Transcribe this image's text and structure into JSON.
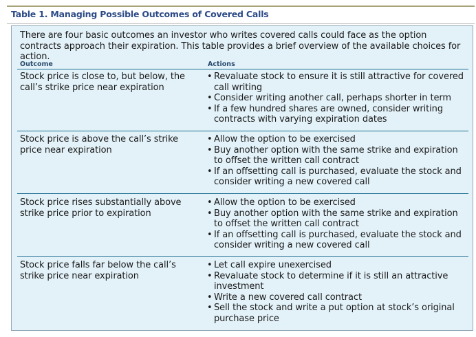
{
  "table": {
    "title": "Table 1. Managing Possible Outcomes of Covered Calls",
    "intro": "There are four basic outcomes an investor who writes covered calls could face as the option contracts approach their expiration. This table provides a brief overview of the available choices for action.",
    "columns": {
      "outcome": "Outcome",
      "actions": "Actions"
    },
    "rows": [
      {
        "outcome": "Stock price is close to, but below, the call’s strike price near expiration",
        "actions": [
          "Revaluate stock to ensure it is still attractive for covered call writing",
          "Consider writing another call, perhaps shorter in term",
          "If a few hundred shares are owned, consider writing contracts with varying expiration dates"
        ]
      },
      {
        "outcome": "Stock price is above the call’s strike price near expiration",
        "actions": [
          "Allow the option to be exercised",
          "Buy another option with the same strike and expiration to offset the written call contract",
          "If an offsetting call is purchased, evaluate the stock and consider writing a new covered call"
        ]
      },
      {
        "outcome": "Stock price rises substantially above strike price prior to expiration",
        "actions": [
          "Allow the option to be exercised",
          "Buy another option with the same strike and expiration to offset the written call contract",
          "If an offsetting call is purchased, evaluate the stock and consider writing a new covered call"
        ]
      },
      {
        "outcome": "Stock price falls far below the call’s strike price near expiration",
        "actions": [
          "Let call expire unexercised",
          "Revaluate stock to determine if it is still an attractive investment",
          "Write a new covered call contract",
          "Sell the stock and write a put option at stock’s original purchase price"
        ]
      }
    ]
  }
}
